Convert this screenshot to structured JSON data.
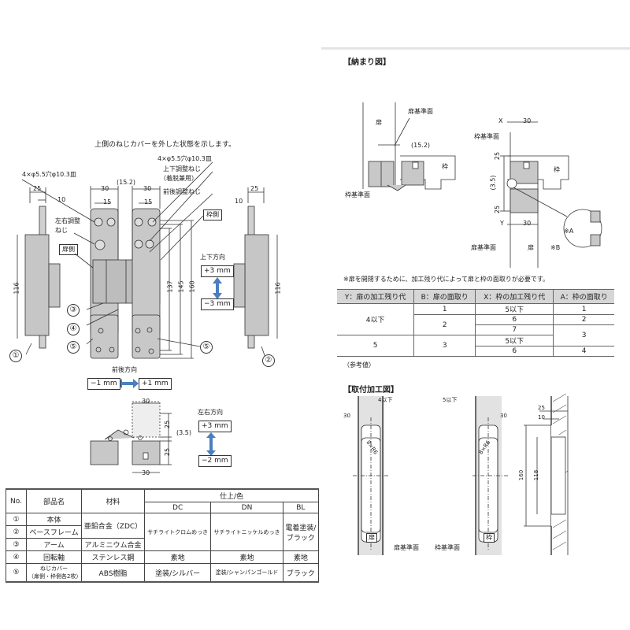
{
  "left_diagram": {
    "caption": "上側のねじカバーを外した状態を示します。",
    "hole_label_left": "4×φ5.5穴φ10.3皿",
    "hole_label_right": "4×φ5.5穴φ10.3皿",
    "updown_screw_line1": "上下調整ねじ",
    "updown_screw_line2": "（着脱兼用）",
    "frontback_screw": "前後調整ねじ",
    "lr_screw_line1": "左右調整",
    "lr_screw_line2": "ねじ",
    "door_side": "扉側",
    "frame_side": "枠側",
    "dims": {
      "d25_left": "25",
      "d10_left": "10",
      "d30_a": "30",
      "d15_a": "15",
      "d15_2": "(15.2)",
      "d30_b": "30",
      "d15_b": "15",
      "d25_right": "25",
      "d10_right": "10",
      "d116_left": "116",
      "d116_right": "116",
      "d137": "137",
      "d145": "145",
      "d160": "160"
    },
    "callouts": [
      "①",
      "②",
      "③",
      "④",
      "⑤",
      "⑤"
    ],
    "updown": {
      "title": "上下方向",
      "plus": "+3 mm",
      "minus": "−3 mm"
    },
    "frontback": {
      "title": "前後方向",
      "minus": "−1 mm",
      "plus": "+1 mm"
    },
    "leftright": {
      "title": "左右方向",
      "plus": "+3 mm",
      "minus": "−2 mm"
    },
    "bottom_dims": {
      "d30_top": "30",
      "d25_top": "25",
      "d3_5": "(3.5)",
      "d25_bottom": "25",
      "d30_bottom": "30"
    }
  },
  "parts_table": {
    "headers": {
      "no": "No.",
      "name": "部品名",
      "material": "材料",
      "finish": "仕上/色",
      "dc": "DC",
      "dn": "DN",
      "bl": "BL"
    },
    "rows": [
      {
        "no": "①",
        "name": "本体"
      },
      {
        "no": "②",
        "name": "ベースフレーム"
      },
      {
        "no": "③",
        "name": "アーム",
        "material": "アルミニウム合金"
      },
      {
        "no": "④",
        "name": "回転軸",
        "material": "ステンレス鋼",
        "dc": "素地",
        "dn": "素地",
        "bl": "素地"
      },
      {
        "no": "⑤",
        "name_line1": "ねじカバー",
        "name_line2": "（扉側・枠側各2枚）",
        "material": "ABS樹脂",
        "dc": "塗装/シルバー",
        "dn": "塗装/シャンパンゴールド",
        "bl": "ブラック"
      }
    ],
    "merged": {
      "material_12": "亜鉛合金（ZDC）",
      "dc_123": "サチライトクロムめっき",
      "dn_123": "サチライトニッケルめっき",
      "bl_123_line1": "電着塗装/",
      "bl_123_line2": "ブラック"
    }
  },
  "osamari": {
    "title": "【納まり図】",
    "left": {
      "door": "扉",
      "door_ref": "扉基準面",
      "d15_2": "(15.2)",
      "frame": "枠",
      "frame_ref": "枠基準面"
    },
    "right": {
      "x_label": "X",
      "d30_top": "30",
      "frame_ref": "枠基準面",
      "d25_top": "25",
      "d3_5": "(3.5)",
      "d25_bottom": "25",
      "frame": "枠",
      "y_label": "Y",
      "d30_bottom": "30",
      "door_ref": "扉基準面",
      "door": "扉",
      "note_a": "※A",
      "note_b": "※B"
    },
    "note": "※扉を開閉するために、加工残り代によって扉と枠の面取りが必要です。",
    "table": {
      "headers": [
        "Y：扉の加工残り代",
        "B：扉の面取り",
        "X：枠の加工残り代",
        "A：枠の面取り"
      ],
      "y_vals": [
        "4以下",
        "5"
      ],
      "b_vals": [
        "1",
        "2",
        "3"
      ],
      "x_vals": [
        "5以下",
        "6",
        "7",
        "5以下",
        "6"
      ],
      "a_vals": [
        "1",
        "2",
        "3",
        "4"
      ]
    },
    "ref_note": "（参考値）"
  },
  "machining": {
    "title": "【取付加工図】",
    "door_panel": {
      "d4": "4以下",
      "d30": "30",
      "radius": "8×R6",
      "label": "扉",
      "ref": "扉基準面"
    },
    "frame_panel": {
      "d5": "5以下",
      "d30": "30",
      "radius": "8×R6",
      "label": "枠",
      "ref": "枠基準面"
    },
    "wall": {
      "d25": "25",
      "d10": "10",
      "d160": "160",
      "d118": "118"
    }
  },
  "colors": {
    "arrow_blue": "#4a7fc0",
    "part_gray": "#c8c8c8",
    "header_gray": "#d6d6d6",
    "panel_gray": "#e2e2e2"
  }
}
